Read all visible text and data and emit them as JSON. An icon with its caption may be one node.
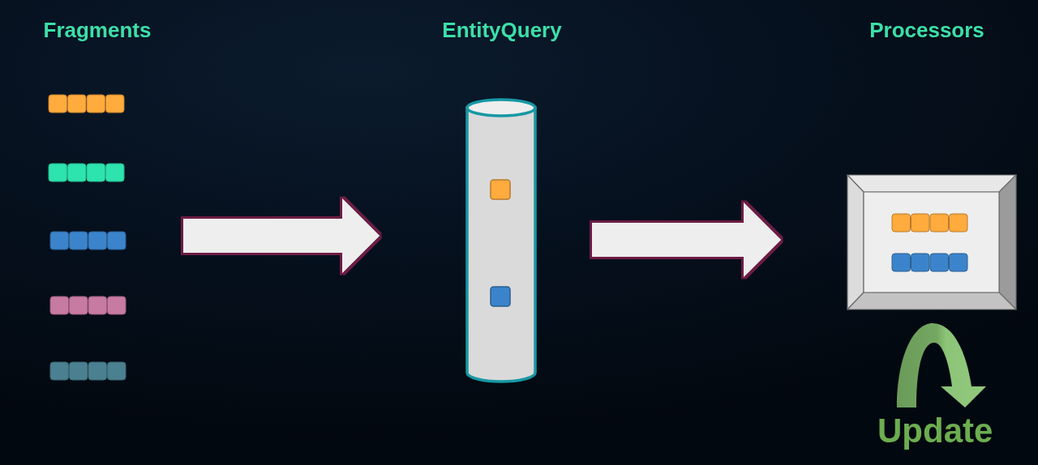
{
  "diagram": {
    "nodes": [
      {
        "text": [
          "Fragments"
        ]
      },
      {
        "text": [
          "EntityQuery"
        ]
      },
      {
        "text": [],
        "shape": "box"
      }
    ],
    "edges": [
      {
        "from": 0,
        "to": 1,
        "arrow": "to"
      },
      {
        "from": 1,
        "to": 2,
        "arrow": "to"
      }
    ],
    "labels": [
      "Processors",
      "Update"
    ]
  }
}
